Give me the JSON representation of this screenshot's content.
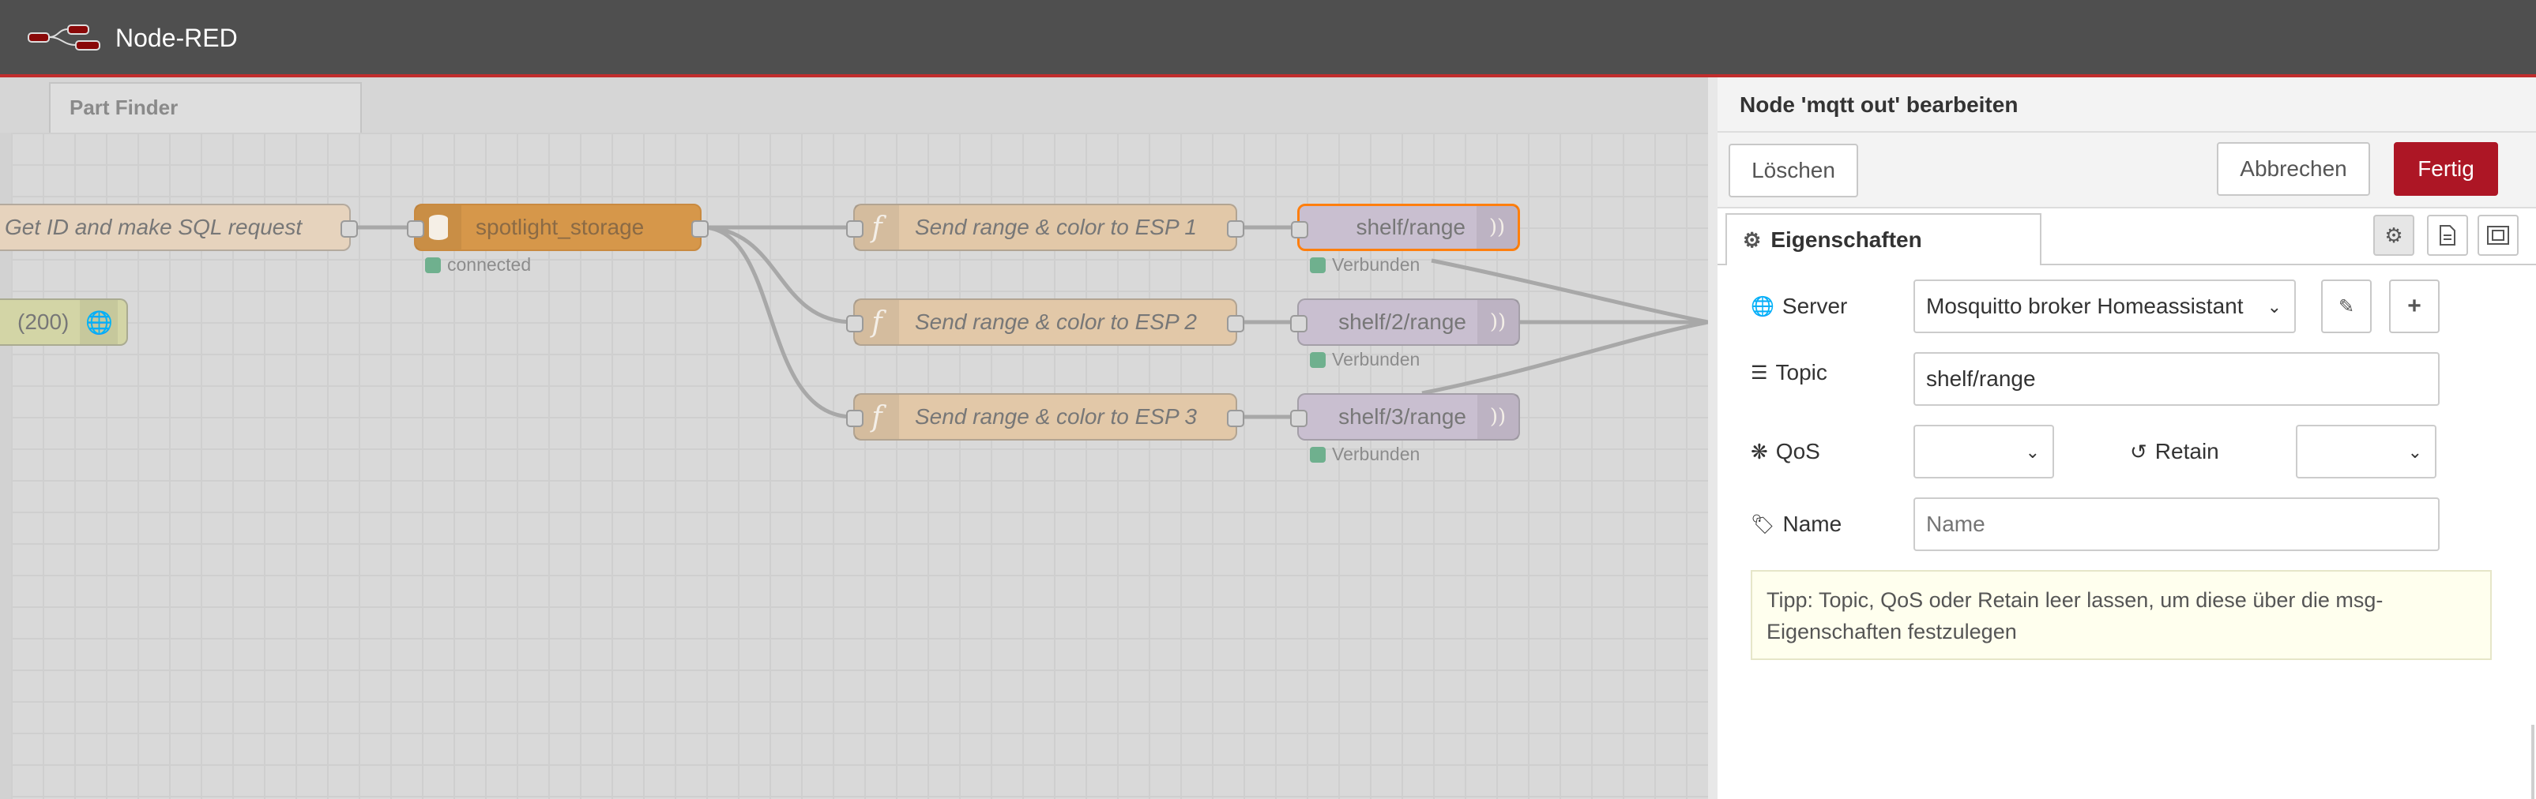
{
  "header": {
    "app_title": "Node-RED"
  },
  "workspace": {
    "tab": "Part Finder",
    "nodes": {
      "get_id": "Get ID and make SQL request",
      "http_200": "(200)",
      "storage": "spotlight_storage",
      "storage_status": "connected",
      "func1": "Send range & color to ESP 1",
      "func2": "Send range & color to ESP 2",
      "func3": "Send range & color to ESP 3",
      "mqtt1": "shelf/range",
      "mqtt2": "shelf/2/range",
      "mqtt3": "shelf/3/range",
      "mqtt_status": "Verbunden"
    }
  },
  "tray": {
    "title": "Node 'mqtt out' bearbeiten",
    "delete_label": "Löschen",
    "cancel_label": "Abbrechen",
    "done_label": "Fertig",
    "tab_label": "Eigenschaften",
    "server": {
      "label": "Server",
      "value": "Mosquitto broker Homeassistant"
    },
    "topic": {
      "label": "Topic",
      "value": "shelf/range"
    },
    "qos": {
      "label": "QoS",
      "value": ""
    },
    "retain": {
      "label": "Retain",
      "value": ""
    },
    "name": {
      "label": "Name",
      "placeholder": "Name",
      "value": ""
    },
    "tip": "Tipp: Topic, QoS oder Retain leer lassen, um diese über die msg-Eigenschaften festzulegen"
  },
  "colors": {
    "header_bg": "#4f4f4f",
    "accent_red": "#ad1625",
    "function_node": "#e2c8a8",
    "storage_node": "#d6974a",
    "mqtt_node": "#c9bfd0",
    "http_node": "#d3d5a6",
    "status_green": "#6fb08e"
  },
  "icons": {
    "logo": "node-red-logo-icon",
    "gear": "gear-icon",
    "globe": "globe-icon",
    "topic": "tasks-icon",
    "qos": "asterisk-circle-icon",
    "retain": "history-icon",
    "tag": "tag-icon",
    "pencil": "pencil-icon",
    "plus": "plus-icon",
    "doc": "file-icon",
    "frame": "frame-icon"
  }
}
